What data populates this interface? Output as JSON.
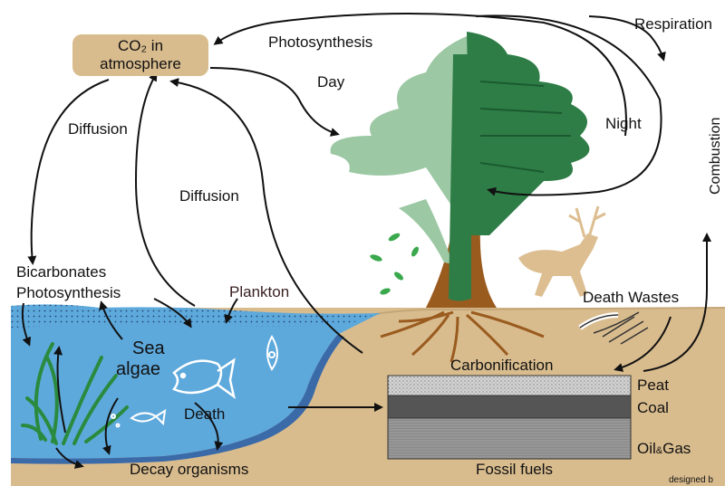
{
  "labels": {
    "co2_line1": "CO₂ in",
    "co2_line2": "atmosphere",
    "photosynthesis_top": "Photosynthesis",
    "respiration": "Respiration",
    "day": "Day",
    "night": "Night",
    "diffusion_left": "Diffusion",
    "diffusion_center": "Diffusion",
    "combustion": "Combustion",
    "bicarbonates": "Bicarbonates",
    "photosynthesis_sea": "Photosynthesis",
    "plankton": "Plankton",
    "sea_algae_1": "Sea",
    "sea_algae_2": "algae",
    "death": "Death",
    "decay_organisms": "Decay organisms",
    "death_wastes": "Death Wastes",
    "carbonification": "Carbonification",
    "peat": "Peat",
    "coal": "Coal",
    "oil_gas_1": "Oil",
    "oil_gas_amp": "&",
    "oil_gas_2": "Gas",
    "fossil_fuels": "Fossil fuels",
    "credit": "designed b"
  },
  "colors": {
    "ground": "#d9bc8e",
    "water": "#5ea9dc",
    "water_light": "#9fcbec",
    "tree_dark": "#2e7d46",
    "tree_light": "#9cc8a4",
    "roots": "#9a5b1f",
    "peat": "#cfcfcf",
    "coal": "#555555",
    "oilgas": "#8f8f8f"
  }
}
